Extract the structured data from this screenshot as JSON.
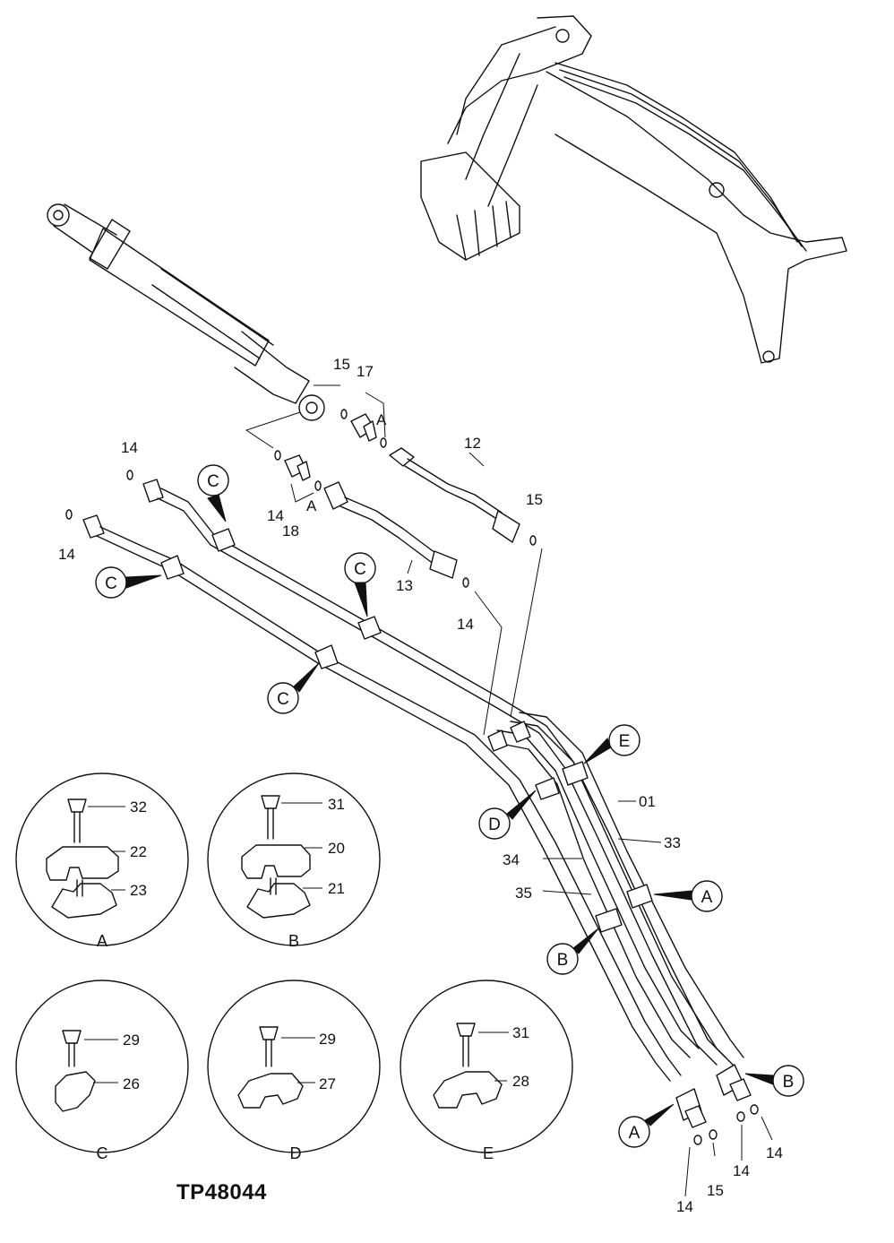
{
  "figure_code": "TP48044",
  "callouts": {
    "n01": "01",
    "n12": "12",
    "n13": "13",
    "n14": "14",
    "n15": "15",
    "n17": "17",
    "n18": "18",
    "n20": "20",
    "n21": "21",
    "n22": "22",
    "n23": "23",
    "n26": "26",
    "n27": "27",
    "n28": "28",
    "n29": "29",
    "n31": "31",
    "n32": "32",
    "n33": "33",
    "n34": "34",
    "n35": "35"
  },
  "letters": {
    "A": "A",
    "B": "B",
    "C": "C",
    "D": "D",
    "E": "E"
  }
}
